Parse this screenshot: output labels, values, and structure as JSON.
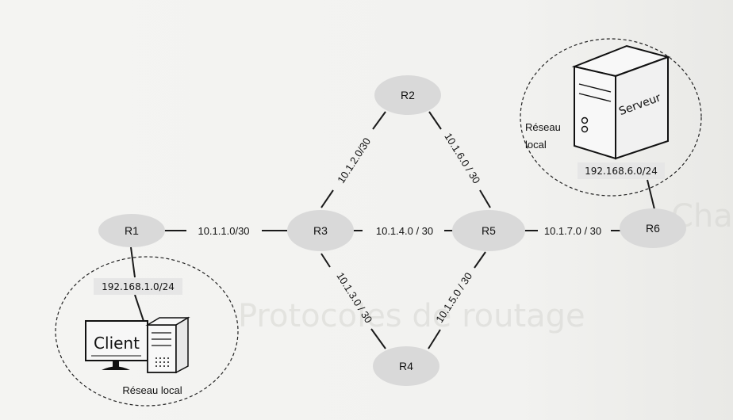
{
  "routers": {
    "r1": "R1",
    "r2": "R2",
    "r3": "R3",
    "r4": "R4",
    "r5": "R5",
    "r6": "R6"
  },
  "links": {
    "r1_r3": "10.1.1.0/30",
    "r3_r2": "10.1.2.0/30",
    "r2_r5": "10.1.6.0 / 30",
    "r3_r5": "10.1.4.0 / 30",
    "r3_r4": "10.1.3.0 / 30",
    "r4_r5": "10.1.5.0 / 30",
    "r5_r6": "10.1.7.0 / 30"
  },
  "left_lan": {
    "subnet": "192.168.1.0/24",
    "client_label": "Client",
    "lan_label": "Réseau local"
  },
  "right_lan": {
    "subnet": "192.168.6.0/24",
    "server_label": "Serveur",
    "lan_label_line1": "Réseau",
    "lan_label_line2": "local"
  },
  "bleed_text": {
    "line1": "Chap...",
    "line2": "Protocoles de routage"
  },
  "colors": {
    "router_fill": "#d9d9d9",
    "line": "#1a1a1a",
    "label_box": "#e6e6e6"
  }
}
